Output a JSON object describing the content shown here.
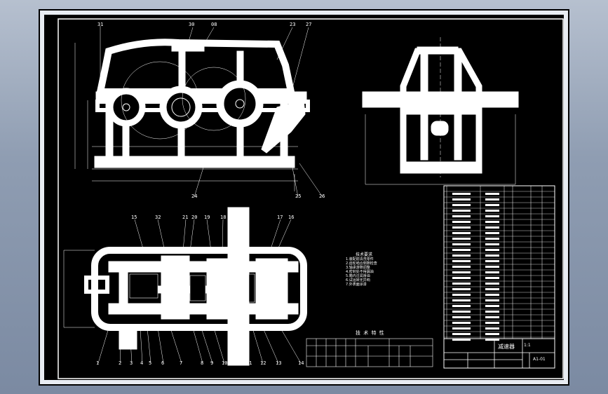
{
  "drawing": {
    "callouts_top": [
      "31",
      "30",
      "08",
      "23",
      "27",
      "24",
      "25",
      "26"
    ],
    "callouts_plan": [
      "15",
      "32",
      "21",
      "20",
      "19",
      "18",
      "17",
      "16",
      "1",
      "2",
      "3",
      "4",
      "5",
      "6",
      "7",
      "8",
      "9",
      "10",
      "11",
      "12",
      "13",
      "14"
    ],
    "notes_title": "技术要求",
    "notes_lines": [
      "1.装配前清洗零件",
      "2.齿轮啮合侧隙检查",
      "3.轴承游隙调整",
      "4.密封处不得漏油",
      "5.箱内注润滑油",
      "6.试运转无异响",
      "7.外表面涂漆"
    ],
    "spec_title": "技 术 特 性",
    "title_block": {
      "name": "减速器",
      "drawing_no": "A1-01",
      "scale": "1:1"
    }
  },
  "colors": {
    "background": "#000000",
    "line": "#ffffff",
    "border": "#d8dde6"
  }
}
